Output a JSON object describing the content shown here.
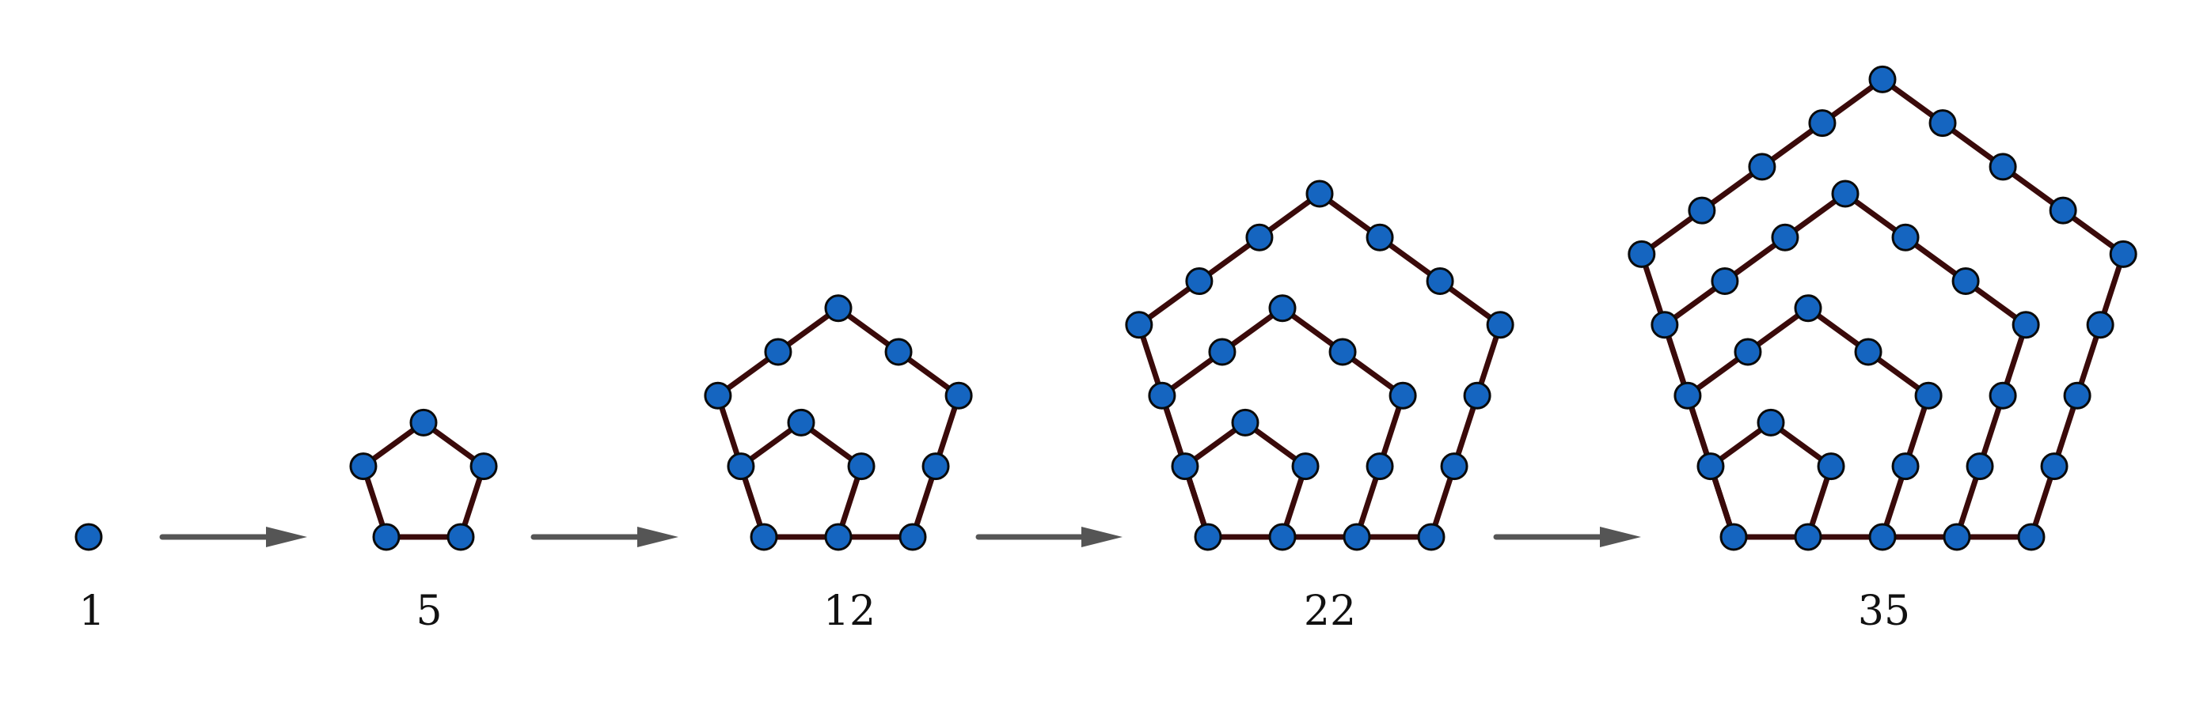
{
  "colors": {
    "dot_fill": "#1565c0",
    "dot_stroke": "#0a0a0a",
    "edge": "#3a0a0a",
    "arrow": "#555555",
    "label": "#111111"
  },
  "figures": [
    {
      "layers": 1,
      "label": "1"
    },
    {
      "layers": 2,
      "label": "5"
    },
    {
      "layers": 3,
      "label": "12"
    },
    {
      "layers": 4,
      "label": "22"
    },
    {
      "layers": 5,
      "label": "35"
    }
  ],
  "arrows": 4
}
